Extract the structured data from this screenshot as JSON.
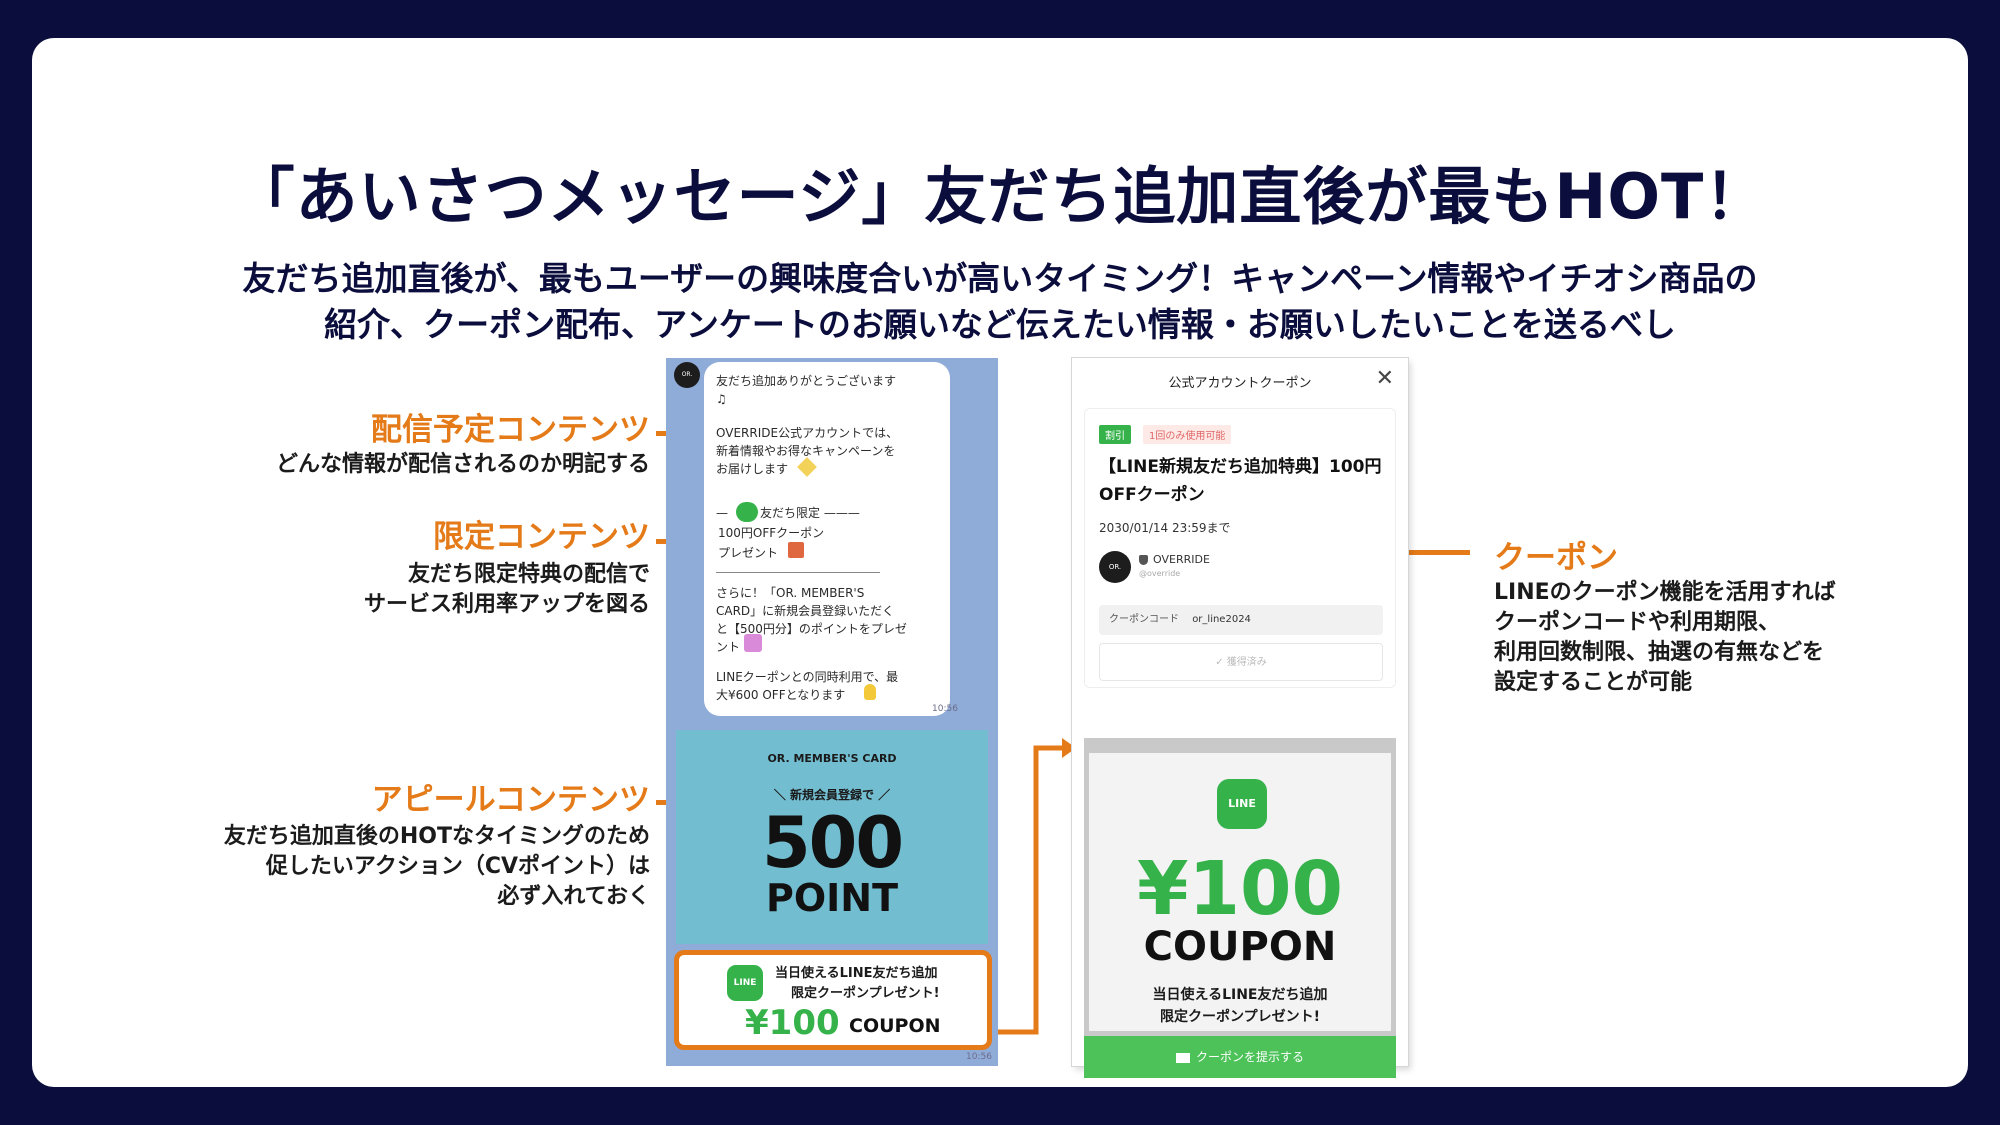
{
  "slide": {
    "title": "「あいさつメッセージ」友だち追加直後が最もHOT！",
    "lead_line1": "友だち追加直後が、最もユーザーの興味度合いが高いタイミング！キャンペーン情報やイチオシ商品の",
    "lead_line2": "紹介、クーポン配布、アンケートのお願いなど伝えたい情報・お願いしたいことを送るべし"
  },
  "callouts": {
    "delivery": {
      "heading": "配信予定コンテンツ",
      "desc": [
        "どんな情報が配信されるのか明記する"
      ]
    },
    "limited": {
      "heading": "限定コンテンツ",
      "desc": [
        "友だち限定特典の配信で",
        "サービス利用率アップを図る"
      ]
    },
    "appeal": {
      "heading": "アピールコンテンツ",
      "desc": [
        "友だち追加直後のHOTなタイミングのため",
        "促したいアクション（CVポイント）は",
        "必ず入れておく"
      ]
    },
    "coupon": {
      "heading": "クーポン",
      "desc": [
        "LINEのクーポン機能を活用すれば",
        "クーポンコードや利用期限、",
        "利用回数制限、抽選の有無などを",
        "設定することが可能"
      ]
    }
  },
  "chat": {
    "avatar": "OR.",
    "lines": [
      "友だち追加ありがとうございます",
      "♫",
      "OVERRIDE公式アカウントでは、",
      "新着情報やお得なキャンペーンを",
      "お届けします",
      "—",
      "友だち限定 ———",
      "100円OFFクーポン",
      "プレゼント",
      "さらに！「OR. MEMBER'S",
      "CARD」に新規会員登録いただく",
      "と【500円分】のポイントをプレゼ",
      "ント",
      "LINEクーポンとの同時利用で、最",
      "大¥600 OFFとなります"
    ],
    "time": "10:56",
    "member_card": {
      "subtitle": "OR. MEMBER'S CARD",
      "middle": "＼ 新規会員登録で ／",
      "big": "500",
      "unit": "POINT"
    },
    "coupon_banner": {
      "logo": "LINE",
      "line1": "当日使えるLINE友だち追加",
      "line2": "限定クーポンプレゼント!",
      "amount": "¥100",
      "word": "COUPON"
    },
    "time2": "10:56"
  },
  "panel": {
    "title": "公式アカウントクーポン",
    "close": "✕",
    "tag_discount": "割引",
    "tag_once": "1回のみ使用可能",
    "coupon_title_1": "【LINE新規友だち追加特典】100円",
    "coupon_title_2": "OFFクーポン",
    "expiry": "2030/01/14 23:59まで",
    "shop_avatar": "OR.",
    "shop_name": "OVERRIDE",
    "shop_id": "@override",
    "code_label": "クーポンコード",
    "code_value": "or_line2024",
    "acquired": "獲得済み",
    "promo": {
      "logo": "LINE",
      "amount": "¥100",
      "word": "COUPON",
      "line1": "当日使えるLINE友だち追加",
      "line2": "限定クーポンプレゼント!"
    },
    "show_button": "クーポンを提示する"
  },
  "colors": {
    "navy": "#0b0d3d",
    "orange": "#e47a18",
    "line_green": "#35b34a",
    "chat_bg": "#8fabd8",
    "member_bg": "#73bdd0"
  }
}
